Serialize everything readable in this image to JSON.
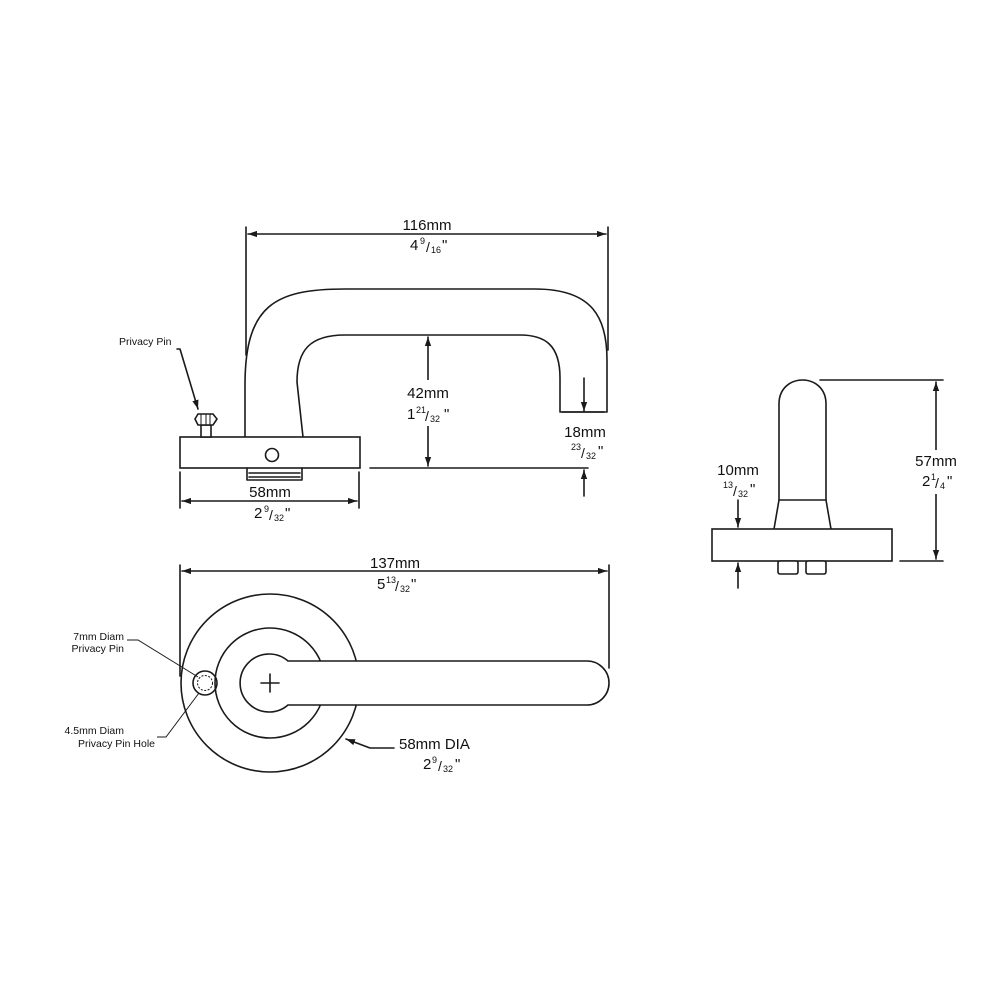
{
  "labels": {
    "privacy_pin": "Privacy Pin",
    "pin_diam_line1": "7mm Diam",
    "pin_diam_line2": "Privacy Pin",
    "pin_hole_line1": "4.5mm Diam",
    "pin_hole_line2": "Privacy Pin Hole"
  },
  "dimensions": {
    "handle_length": {
      "mm": "116mm",
      "whole": "4",
      "num": "9",
      "den": "16"
    },
    "handle_height": {
      "mm": "42mm",
      "whole": "1",
      "num": "21",
      "den": "32"
    },
    "tip_height": {
      "mm": "18mm",
      "whole": "",
      "num": "23",
      "den": "32"
    },
    "rose_width_side": {
      "mm": "58mm",
      "whole": "2",
      "num": "9",
      "den": "32"
    },
    "overall_length": {
      "mm": "137mm",
      "whole": "5",
      "num": "13",
      "den": "32"
    },
    "rose_diameter": {
      "mm": "58mm DIA",
      "whole": "2",
      "num": "9",
      "den": "32"
    },
    "rose_thickness": {
      "mm": "10mm",
      "whole": "",
      "num": "13",
      "den": "32"
    },
    "projection": {
      "mm": "57mm",
      "whole": "2",
      "num": "1",
      "den": "4"
    }
  }
}
